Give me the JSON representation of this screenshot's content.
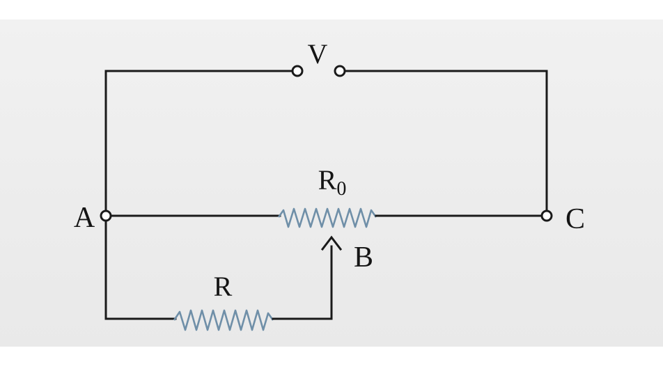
{
  "diagram": {
    "labels": {
      "voltage": "V",
      "node_a": "A",
      "node_b": "B",
      "node_c": "C",
      "rheostat_symbol": "R",
      "rheostat_subscript": "0",
      "load_resistor": "R"
    },
    "colors": {
      "wire": "#1a1a1a",
      "resistor": "#6f8fa8",
      "background": "#ececec"
    }
  }
}
